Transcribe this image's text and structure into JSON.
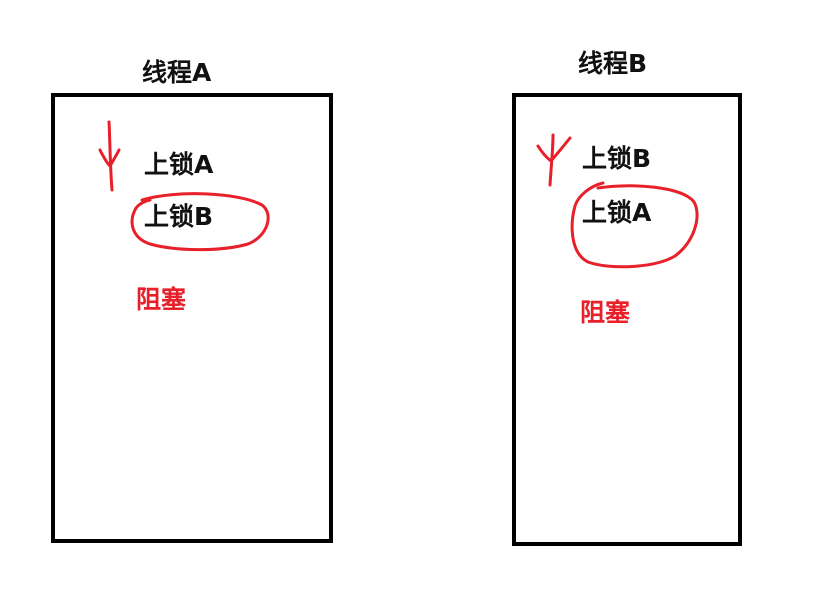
{
  "threads": [
    {
      "title": "线程A",
      "first_lock": "上锁A",
      "second_lock": "上锁B",
      "blocked": "阻塞"
    },
    {
      "title": "线程B",
      "first_lock": "上锁B",
      "second_lock": "上锁A",
      "blocked": "阻塞"
    }
  ],
  "colors": {
    "box_border": "#000000",
    "text": "#111111",
    "annotation": "#e8202a"
  }
}
